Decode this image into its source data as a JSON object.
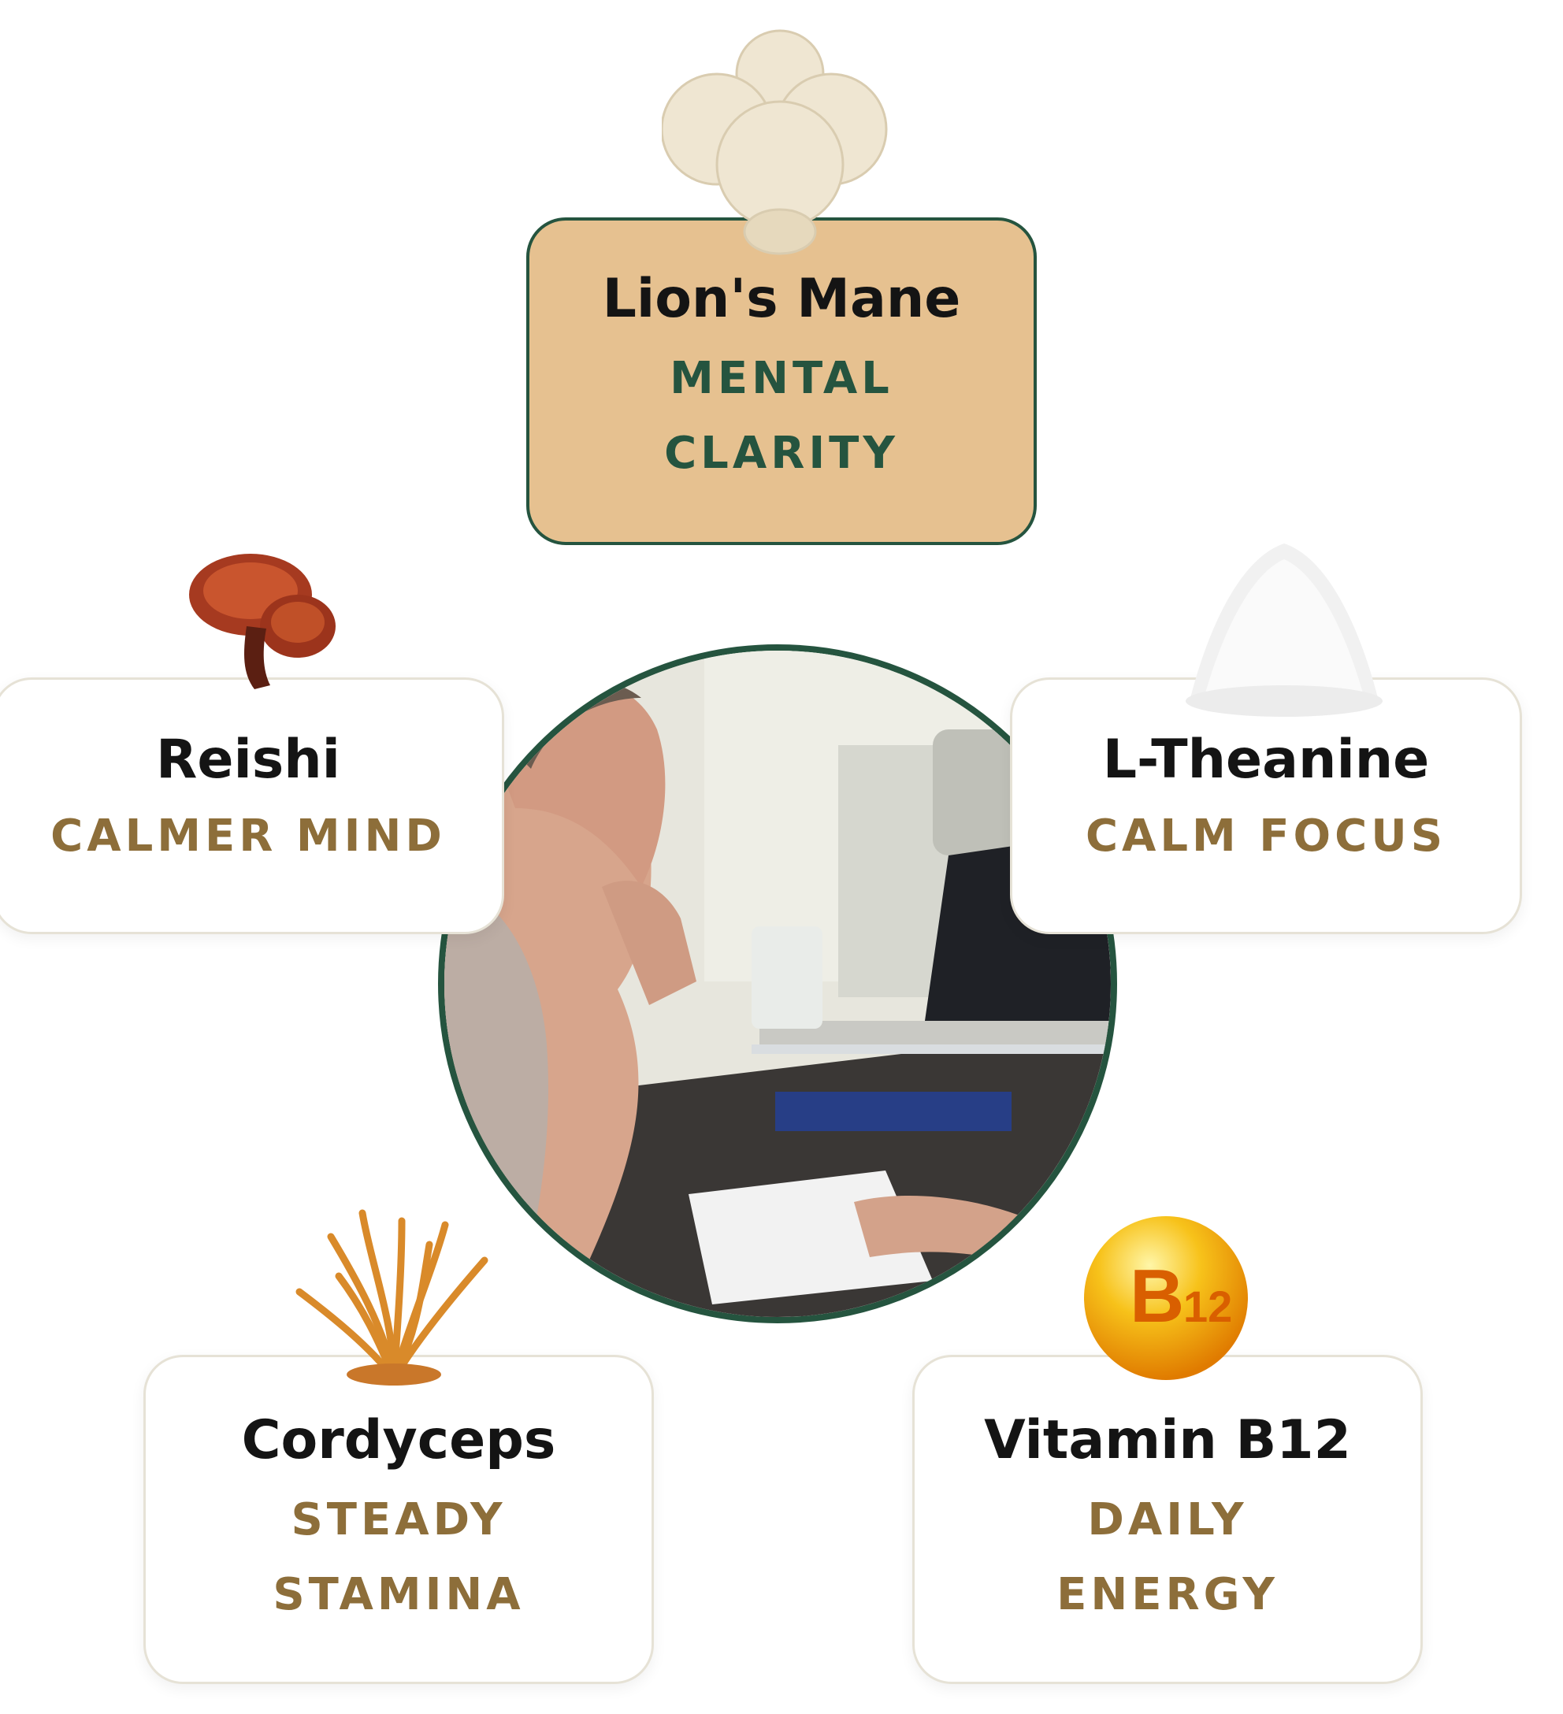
{
  "photo": {
    "alt": ""
  },
  "cards": {
    "lions_mane": {
      "title": "Lion's Mane",
      "benefit_line1": "MENTAL",
      "benefit_line2": "CLARITY",
      "icon": "lions-mane-mushroom-icon"
    },
    "reishi": {
      "title": "Reishi",
      "benefit_line1": "CALMER MIND",
      "icon": "reishi-mushroom-icon"
    },
    "l_theanine": {
      "title": "L-Theanine",
      "benefit_line1": "CALM FOCUS",
      "icon": "powder-pile-icon"
    },
    "cordyceps": {
      "title": "Cordyceps",
      "benefit_line1": "STEADY",
      "benefit_line2": "STAMINA",
      "icon": "cordyceps-icon"
    },
    "vitamin_b12": {
      "title": "Vitamin B12",
      "benefit_line1": "DAILY",
      "benefit_line2": "ENERGY",
      "icon": "b12-capsule-icon",
      "badge_letter": "B",
      "badge_number": "12"
    }
  },
  "colors": {
    "accent_green": "#25543f",
    "accent_gold": "#8d6e3a",
    "featured_fill": "#e6c190"
  }
}
